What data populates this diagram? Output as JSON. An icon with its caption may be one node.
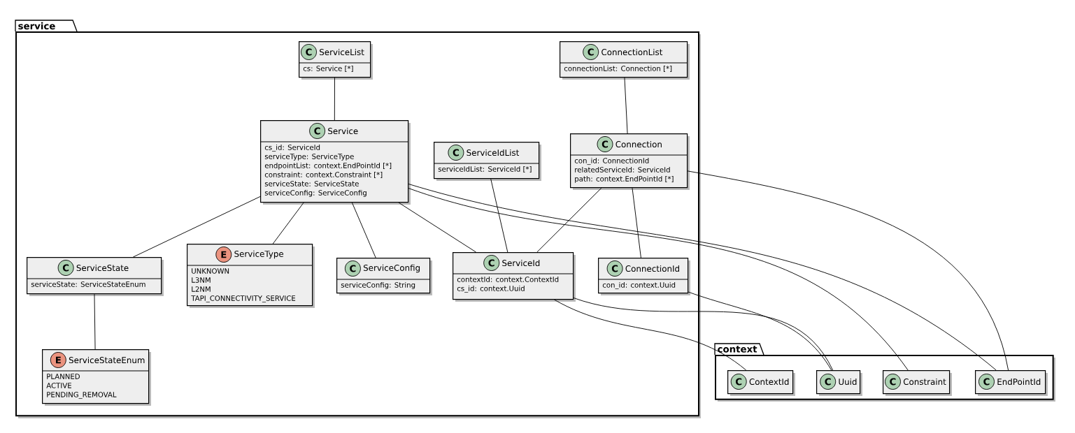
{
  "diagram": {
    "nodes": [
      {
        "text": [
          "service"
        ]
      },
      {
        "text": [
          "C",
          "ServiceList",
          "cs: Service [*]"
        ],
        "in": 0
      },
      {
        "text": [
          "C",
          "ConnectionList",
          "connectionList: Connection [*]"
        ],
        "in": 0
      },
      {
        "text": [
          "C",
          "Service",
          "cs_id: ServiceId",
          "serviceType: ServiceType",
          "endpointList: context.EndPointId [*]",
          "constraint: context.Constraint [*]",
          "serviceState: ServiceState",
          "serviceConfig: ServiceConfig"
        ],
        "in": 0
      },
      {
        "text": [
          "C",
          "ServiceIdList",
          "serviceIdList: ServiceId [*]"
        ],
        "in": 0
      },
      {
        "text": [
          "C",
          "Connection",
          "con_id: ConnectionId",
          "relatedServiceId: ServiceId",
          "path: context.EndPointId [*]"
        ],
        "in": 0
      },
      {
        "text": [
          "C",
          "ServiceState",
          "serviceState: ServiceStateEnum"
        ],
        "in": 0
      },
      {
        "text": [
          "E",
          "ServiceType",
          "UNKNOWN",
          "L3NM",
          "L2NM",
          "TAPI_CONNECTIVITY_SERVICE"
        ],
        "in": 0
      },
      {
        "text": [
          "C",
          "ServiceConfig",
          "serviceConfig: String"
        ],
        "in": 0
      },
      {
        "text": [
          "C",
          "ServiceId",
          "contextId: context.ContextId",
          "cs_id: context.Uuid"
        ],
        "in": 0
      },
      {
        "text": [
          "C",
          "ConnectionId",
          "con_id: context.Uuid"
        ],
        "in": 0
      },
      {
        "text": [
          "E",
          "ServiceStateEnum",
          "PLANNED",
          "ACTIVE",
          "PENDING_REMOVAL"
        ],
        "in": 0
      },
      {
        "text": [
          "context"
        ]
      },
      {
        "text": [
          "C",
          "ContextId"
        ],
        "in": 12
      },
      {
        "text": [
          "C",
          "Uuid"
        ],
        "in": 12
      },
      {
        "text": [
          "C",
          "Constraint"
        ],
        "in": 12
      },
      {
        "text": [
          "C",
          "EndPointId"
        ],
        "in": 12
      }
    ],
    "edges": [
      {
        "from": 1,
        "to": 3,
        "arrow": "none"
      },
      {
        "from": 2,
        "to": 5,
        "arrow": "none"
      },
      {
        "from": 3,
        "to": 6,
        "arrow": "none"
      },
      {
        "from": 3,
        "to": 7,
        "arrow": "none"
      },
      {
        "from": 3,
        "to": 8,
        "arrow": "none"
      },
      {
        "from": 3,
        "to": 9,
        "arrow": "none"
      },
      {
        "from": 3,
        "to": 15,
        "arrow": "none"
      },
      {
        "from": 3,
        "to": 16,
        "arrow": "none"
      },
      {
        "from": 4,
        "to": 9,
        "arrow": "none"
      },
      {
        "from": 5,
        "to": 9,
        "arrow": "none"
      },
      {
        "from": 5,
        "to": 10,
        "arrow": "none"
      },
      {
        "from": 5,
        "to": 16,
        "arrow": "none"
      },
      {
        "from": 6,
        "to": 11,
        "arrow": "none"
      },
      {
        "from": 9,
        "to": 13,
        "arrow": "none"
      },
      {
        "from": 9,
        "to": 14,
        "arrow": "none"
      },
      {
        "from": 10,
        "to": 14,
        "arrow": "none"
      }
    ]
  }
}
